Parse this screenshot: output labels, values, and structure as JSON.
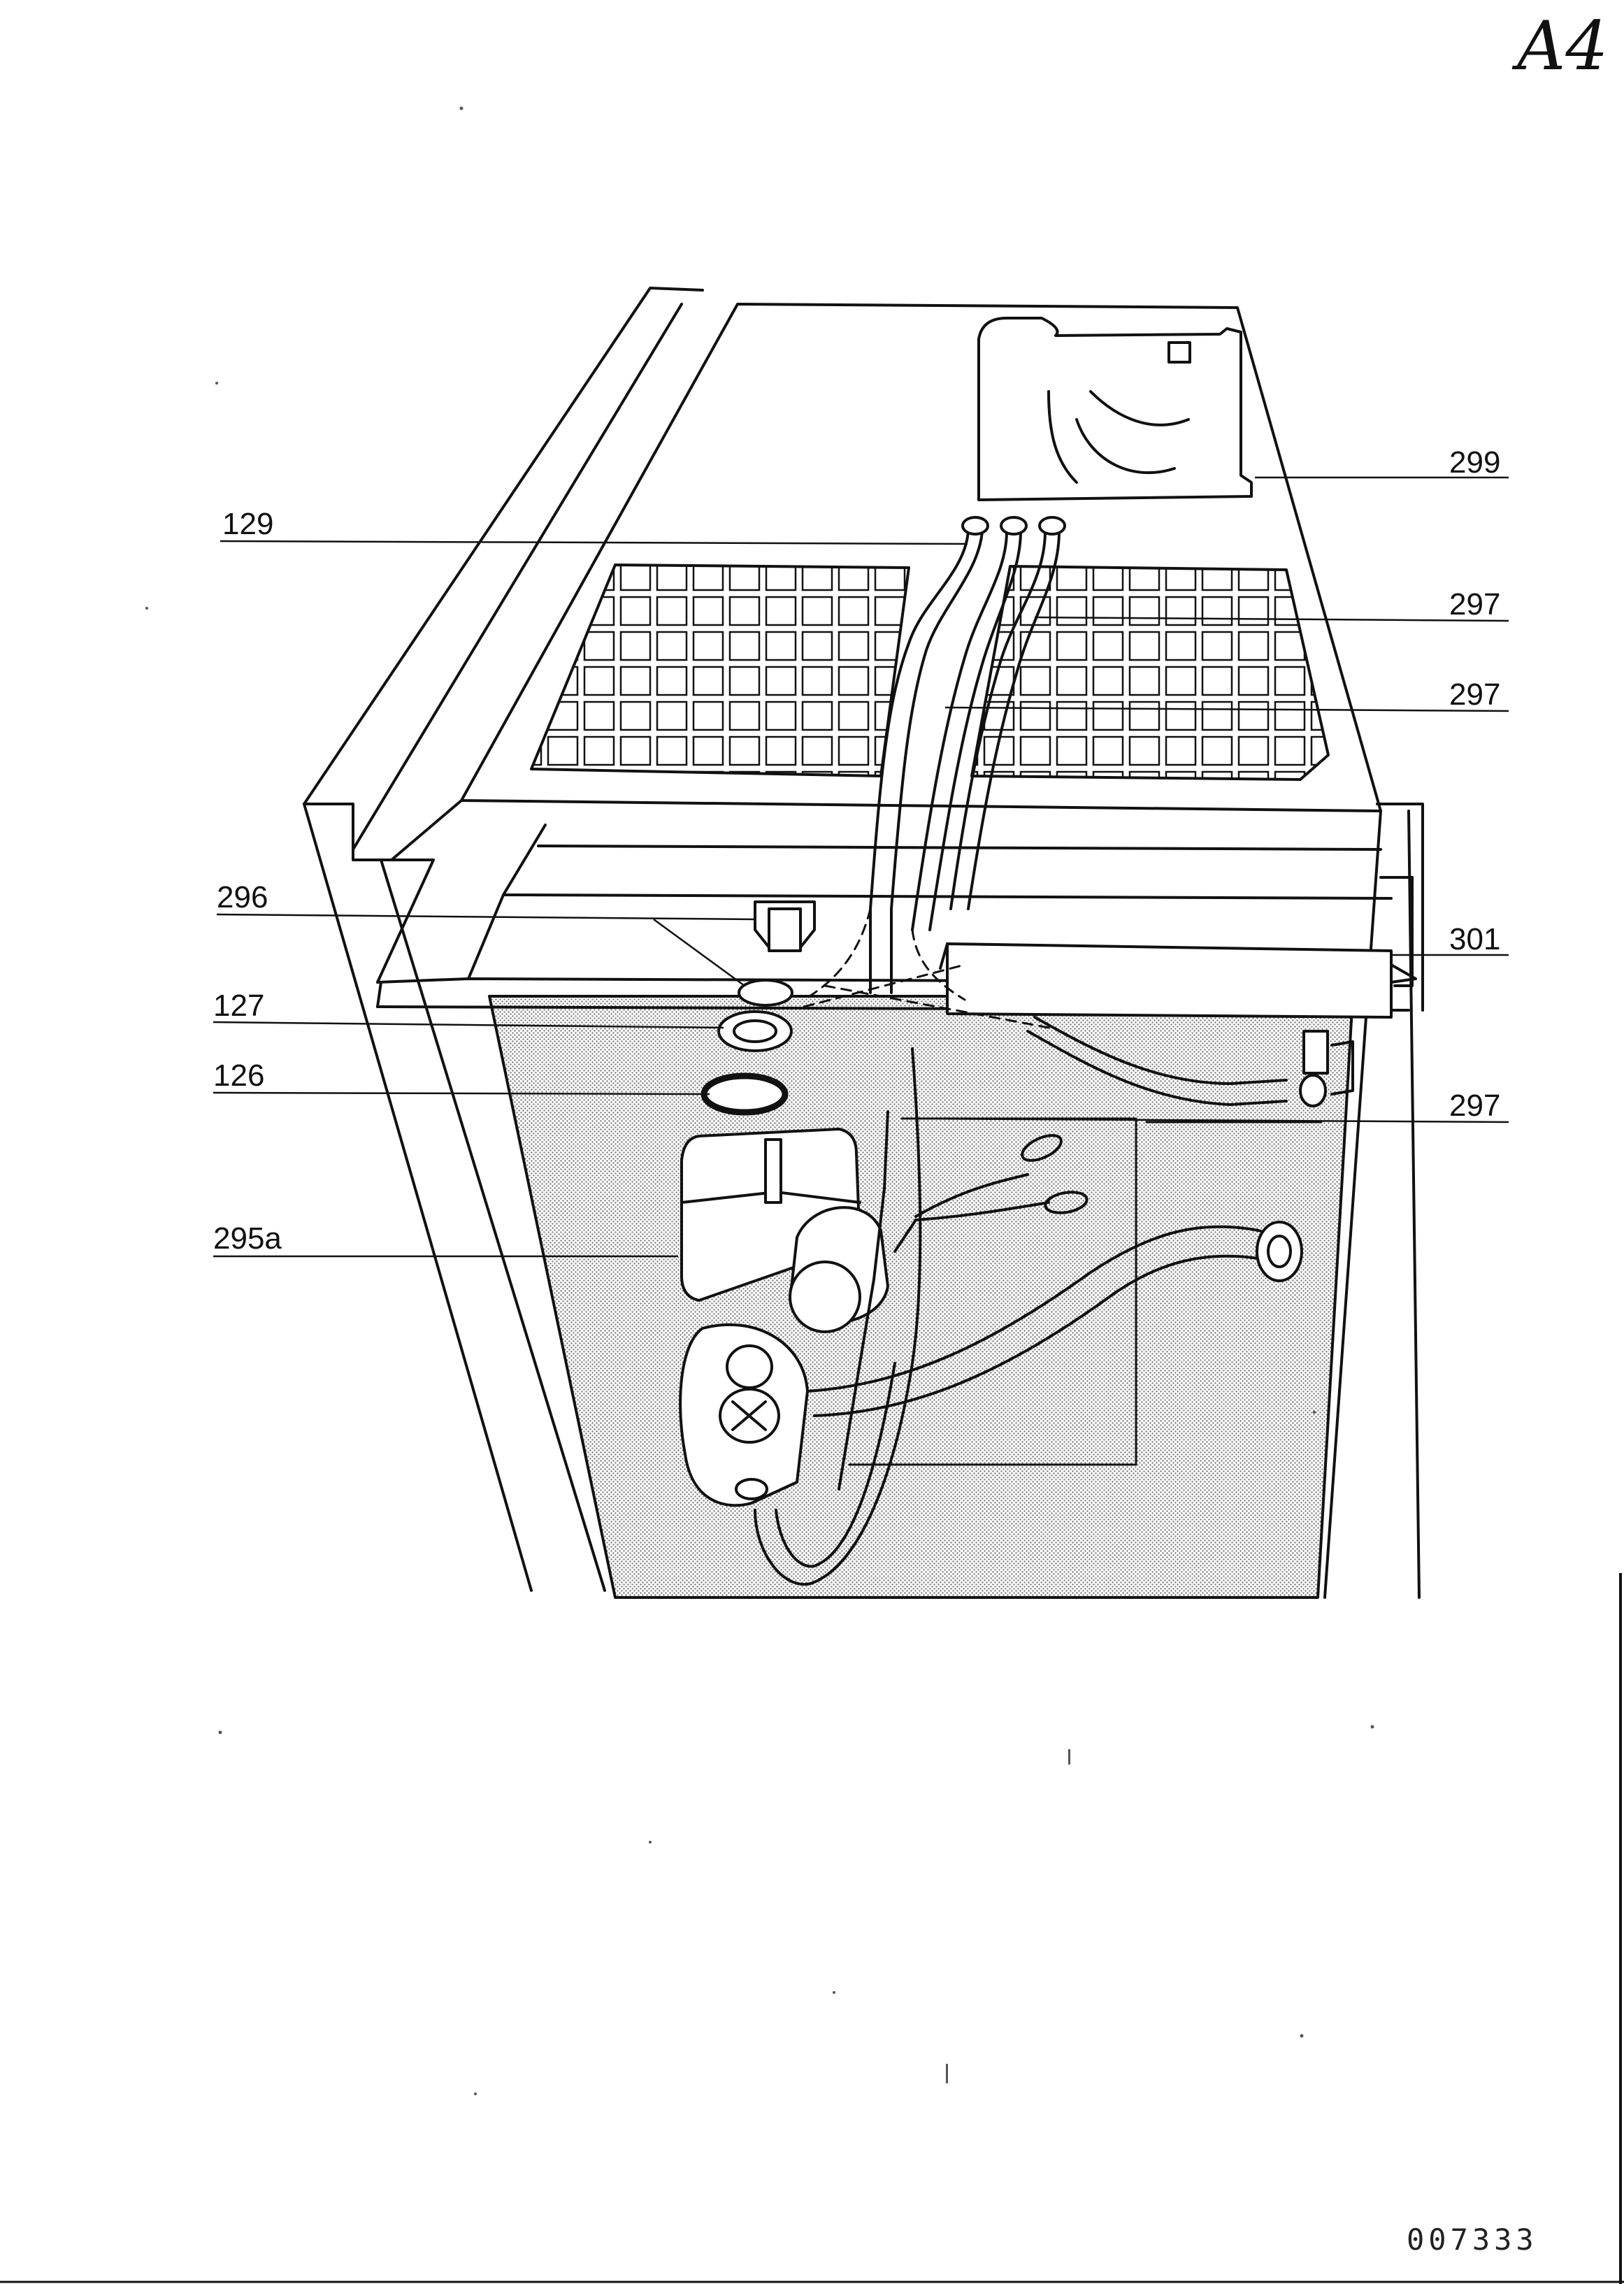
{
  "sheet": {
    "corner_mark": "A4",
    "document_number": "007333"
  },
  "callouts": [
    {
      "id": "299",
      "text": "299"
    },
    {
      "id": "129",
      "text": "129"
    },
    {
      "id": "297a",
      "text": "297"
    },
    {
      "id": "297b",
      "text": "297"
    },
    {
      "id": "296",
      "text": "296"
    },
    {
      "id": "301",
      "text": "301"
    },
    {
      "id": "127",
      "text": "127"
    },
    {
      "id": "126",
      "text": "126"
    },
    {
      "id": "297c",
      "text": "297"
    },
    {
      "id": "295a",
      "text": "295a"
    }
  ],
  "colors": {
    "ink": "#111111",
    "paper": "#ffffff",
    "screen_tone": "#bdbdbd"
  }
}
